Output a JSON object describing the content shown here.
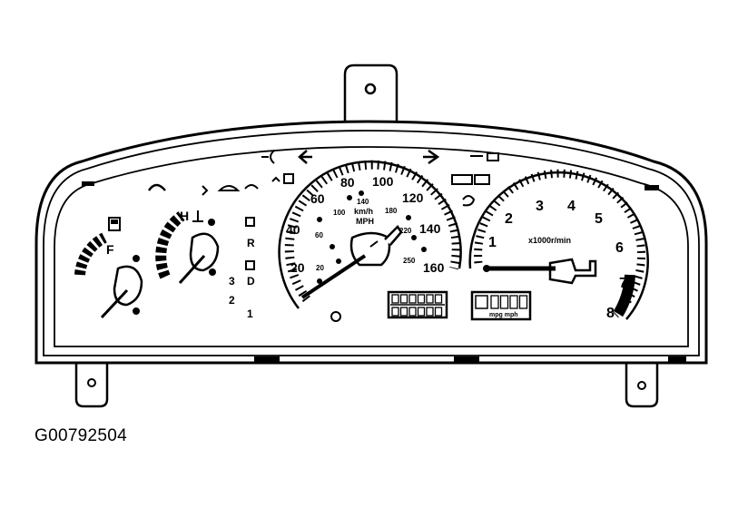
{
  "figure_id": "G00792504",
  "speedometer": {
    "mph_labels": [
      "20",
      "40",
      "60",
      "80",
      "100",
      "120",
      "140",
      "160"
    ],
    "kmh_labels": [
      "20",
      "60",
      "100",
      "140",
      "180",
      "220",
      "250"
    ],
    "unit_kmh": "km/h",
    "unit_mph": "MPH"
  },
  "tachometer": {
    "labels": [
      "1",
      "2",
      "3",
      "4",
      "5",
      "6",
      "7",
      "8"
    ],
    "unit": "x1000r/min"
  },
  "fuel_gauge": {
    "label": "F"
  },
  "temp_gauge": {
    "label": "H"
  },
  "gear_indicator": {
    "right_column": [
      "R",
      "D",
      "1"
    ],
    "left_column": [
      "3",
      "2"
    ]
  },
  "odometer_display": {
    "unit_label": "mpg mph"
  },
  "icons": [
    "turn-left-arrow",
    "turn-right-arrow",
    "headlight",
    "washer",
    "seatbelt",
    "door-open",
    "airbag",
    "oil-pressure",
    "battery",
    "check-engine",
    "brake",
    "fuel-pump",
    "coolant",
    "cruise",
    "security-lamp",
    "park",
    "neutral"
  ]
}
